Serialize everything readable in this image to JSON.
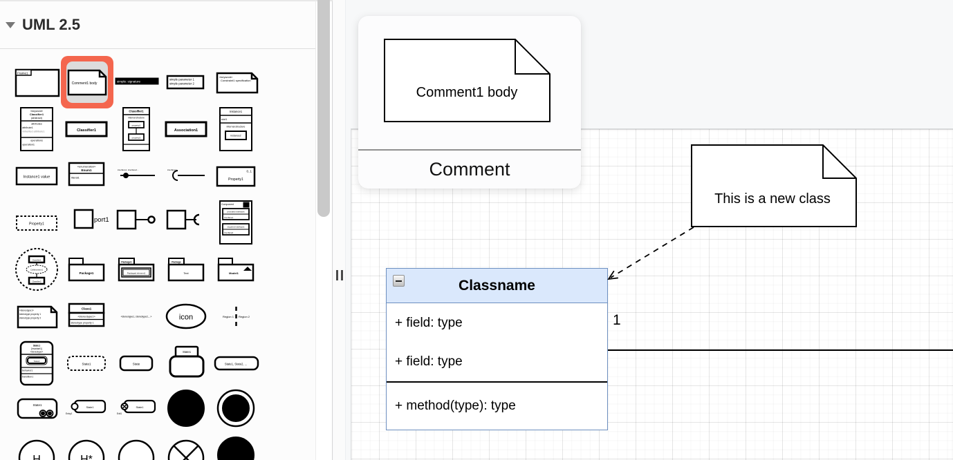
{
  "colors": {
    "selection_red": "#f4664e",
    "class_header_fill": "#dae8fc",
    "class_border": "#6c8ebf",
    "shape_stroke": "#000000"
  },
  "panel": {
    "title": "UML 2.5",
    "items": [
      {
        "id": "frame",
        "kind": "frame",
        "labels": [
          "Frame1"
        ],
        "selected": false
      },
      {
        "id": "comment",
        "kind": "note1",
        "labels": [
          "Comment1 body"
        ],
        "selected": true
      },
      {
        "id": "signature",
        "kind": "hbar",
        "labels": [
          "simple: signature"
        ],
        "selected": false
      },
      {
        "id": "template-parameters",
        "kind": "box2",
        "labels": [
          "simple parameter 1",
          "simple parameter 2"
        ],
        "selected": false
      },
      {
        "id": "constraint",
        "kind": "note2",
        "labels": [
          "«keyword»",
          "Constraint1 specification"
        ],
        "selected": false
      },
      {
        "id": "classifier-full",
        "kind": "classifier3",
        "labels": [
          "«keyword»",
          "Classifier1",
          "(abstract)",
          "attributes",
          "attribute1",
          "/inherited attribute1",
          "operations",
          "operation1"
        ],
        "selected": false
      },
      {
        "id": "classifier",
        "kind": "bclass",
        "labels": [
          "Classifier1"
        ],
        "selected": false
      },
      {
        "id": "classifier-internal",
        "kind": "clsinternal",
        "labels": [
          "Classifier1",
          "internal structure",
          "property1",
          "property2"
        ],
        "selected": false
      },
      {
        "id": "association",
        "kind": "bclass",
        "labels": [
          "Association1"
        ],
        "selected": false
      },
      {
        "id": "instance-internal",
        "kind": "instance",
        "labels": [
          "Instance1",
          "slot1",
          "internal structure",
          "instance2"
        ],
        "selected": false
      },
      {
        "id": "instance-value",
        "kind": "pbox",
        "labels": [
          "Instance1 value"
        ],
        "selected": false
      },
      {
        "id": "enumeration",
        "kind": "enum",
        "labels": [
          "«enumeration»",
          "Enum1",
          "literal1"
        ],
        "selected": false
      },
      {
        "id": "provided-interface-line",
        "kind": "lollipop",
        "labels": [
          "interface1, interface2..."
        ],
        "selected": false
      },
      {
        "id": "required-interface-line",
        "kind": "socketline",
        "labels": [
          "interface1"
        ],
        "selected": false
      },
      {
        "id": "property",
        "kind": "propmult",
        "labels": [
          "0..1",
          "Property1"
        ],
        "selected": false
      },
      {
        "id": "property-dashed",
        "kind": "dashbox",
        "labels": [
          "Property1"
        ],
        "selected": false
      },
      {
        "id": "port",
        "kind": "port",
        "labels": [
          "port1"
        ],
        "selected": false
      },
      {
        "id": "port-provided",
        "kind": "sqball",
        "labels": [],
        "selected": false
      },
      {
        "id": "port-required",
        "kind": "sqsocket",
        "labels": [],
        "selected": false
      },
      {
        "id": "component",
        "kind": "component",
        "labels": [
          "Component",
          "provided interfaces",
          "interface1",
          "required interfaces",
          "interface2"
        ],
        "selected": false
      },
      {
        "id": "collaboration",
        "kind": "collab",
        "labels": [
          "Classifier1",
          "Collaboration1",
          "Classifier2"
        ],
        "selected": false
      },
      {
        "id": "package",
        "kind": "folder",
        "labels": [
          "Package1"
        ],
        "selected": false
      },
      {
        "id": "package-element",
        "kind": "folder2",
        "labels": [
          "Package1",
          "Packaged element1"
        ],
        "selected": false
      },
      {
        "id": "package-text",
        "kind": "folder3",
        "labels": [
          "Package",
          "Text"
        ],
        "selected": false
      },
      {
        "id": "model",
        "kind": "model",
        "labels": [
          "Model1"
        ],
        "selected": false
      },
      {
        "id": "stereotype-note",
        "kind": "note3",
        "labels": [
          "«stereotype1»",
          "stereotype property 1",
          "stereotype property 2"
        ],
        "selected": false
      },
      {
        "id": "class-stereotype",
        "kind": "clsstereo",
        "labels": [
          "Class1",
          "«stereotype1»",
          "stereotype property 1"
        ],
        "selected": false
      },
      {
        "id": "stereotype-text",
        "kind": "ptext",
        "labels": [
          "«stereotype1, stereotype2,...»"
        ],
        "selected": false
      },
      {
        "id": "icon",
        "kind": "iconellipse",
        "labels": [
          "icon"
        ],
        "selected": false
      },
      {
        "id": "regions",
        "kind": "regions",
        "labels": [
          "Region 1",
          "Region 2"
        ],
        "selected": false
      },
      {
        "id": "state-full",
        "kind": "statecomplex",
        "labels": [
          "State1",
          "[invariant1]",
          "«stereotype»",
          "State2",
          "behavior1",
          "transition1"
        ],
        "selected": false
      },
      {
        "id": "state-dashed",
        "kind": "dashstate",
        "labels": [
          "State1"
        ],
        "selected": false
      },
      {
        "id": "state",
        "kind": "roundstate",
        "labels": [
          "State"
        ],
        "selected": false
      },
      {
        "id": "state-composite",
        "kind": "statetab",
        "labels": [
          "State1"
        ],
        "selected": false
      },
      {
        "id": "state-list",
        "kind": "statelist",
        "labels": [
          "State1, State2, ..."
        ],
        "selected": false
      },
      {
        "id": "state-connection-points",
        "kind": "stateconn",
        "labels": [
          "State1"
        ],
        "selected": false
      },
      {
        "id": "entry-point",
        "kind": "stateentry",
        "labels": [
          "Entry1",
          "State1"
        ],
        "selected": false
      },
      {
        "id": "exit-point",
        "kind": "stateexit",
        "labels": [
          "Exit1",
          "State1"
        ],
        "selected": false
      },
      {
        "id": "initial-state",
        "kind": "initial",
        "labels": [],
        "selected": false
      },
      {
        "id": "final-state",
        "kind": "final",
        "labels": [],
        "selected": false
      },
      {
        "id": "shallow-history",
        "kind": "history",
        "labels": [
          "H"
        ],
        "selected": false
      },
      {
        "id": "deep-history",
        "kind": "history",
        "labels": [
          "H*"
        ],
        "selected": false
      },
      {
        "id": "junction",
        "kind": "emptycircle",
        "labels": [],
        "selected": false
      },
      {
        "id": "terminate",
        "kind": "terminate",
        "labels": [],
        "selected": false
      },
      {
        "id": "initial-state-2",
        "kind": "initial",
        "labels": [],
        "selected": false
      }
    ]
  },
  "preview": {
    "shape_text": "Comment1 body",
    "title": "Comment"
  },
  "canvas": {
    "class": {
      "title": "Classname",
      "fields": [
        "+ field: type",
        "+ field: type"
      ],
      "methods": [
        "+ method(type): type"
      ]
    },
    "note": {
      "text": "This is a new class"
    },
    "association": {
      "label": "1"
    }
  }
}
